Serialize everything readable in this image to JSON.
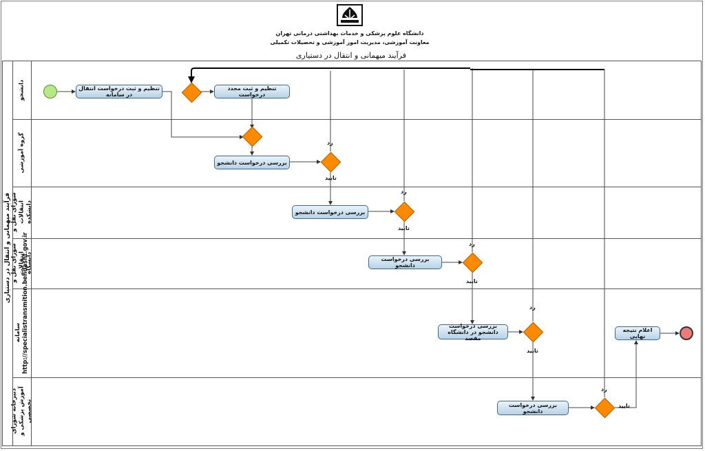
{
  "header": {
    "university_line1": "دانشگاه علوم پزشکی و خدمات بهداشتی درمانی تهران",
    "university_line2": "معاونت آموزشی، مدیریت امور آموزشی و تحصیلات تکمیلی"
  },
  "title": "فرآیند میهمانی و انتقال در دستیاری",
  "pool": {
    "label": "فرآیند میهمانی و انتقال در دستیاری"
  },
  "lanes": [
    {
      "label": "دانشجو"
    },
    {
      "label": "گروه آموزشی"
    },
    {
      "label": "شورای نقل و انتقالات دانشکده"
    },
    {
      "label": "شورای نقل و انتقالات دانشگاه"
    },
    {
      "label": "سامانه http://specialistransmition.behdasht.gov.ir"
    },
    {
      "label": "دبیرخانه شورای آموزش پزشکی و تخصصی"
    }
  ],
  "tasks": {
    "register": "تنظیم و ثبت درخواست انتقال در سامانه",
    "reregister": "تنظیم و ثبت مجدد درخواست",
    "review_group": "بررسی درخواست دانشجو",
    "review_faculty": "بررسی درخواست دانشجو",
    "review_university": "بررسی درخواست دانشجو",
    "review_destination": "بررسی درخواست دانشجو در دانشگاه مقصد",
    "review_secretariat": "بررسی درخواست دانشجو",
    "announce": "اعلام نتیجه نهایی"
  },
  "labels": {
    "reject": "رد",
    "approve": "تایید"
  },
  "colors": {
    "task_fill": "#b7d2e6",
    "gateway": "#ff8a00",
    "start": "#b5e887",
    "end": "#f07a7a"
  }
}
